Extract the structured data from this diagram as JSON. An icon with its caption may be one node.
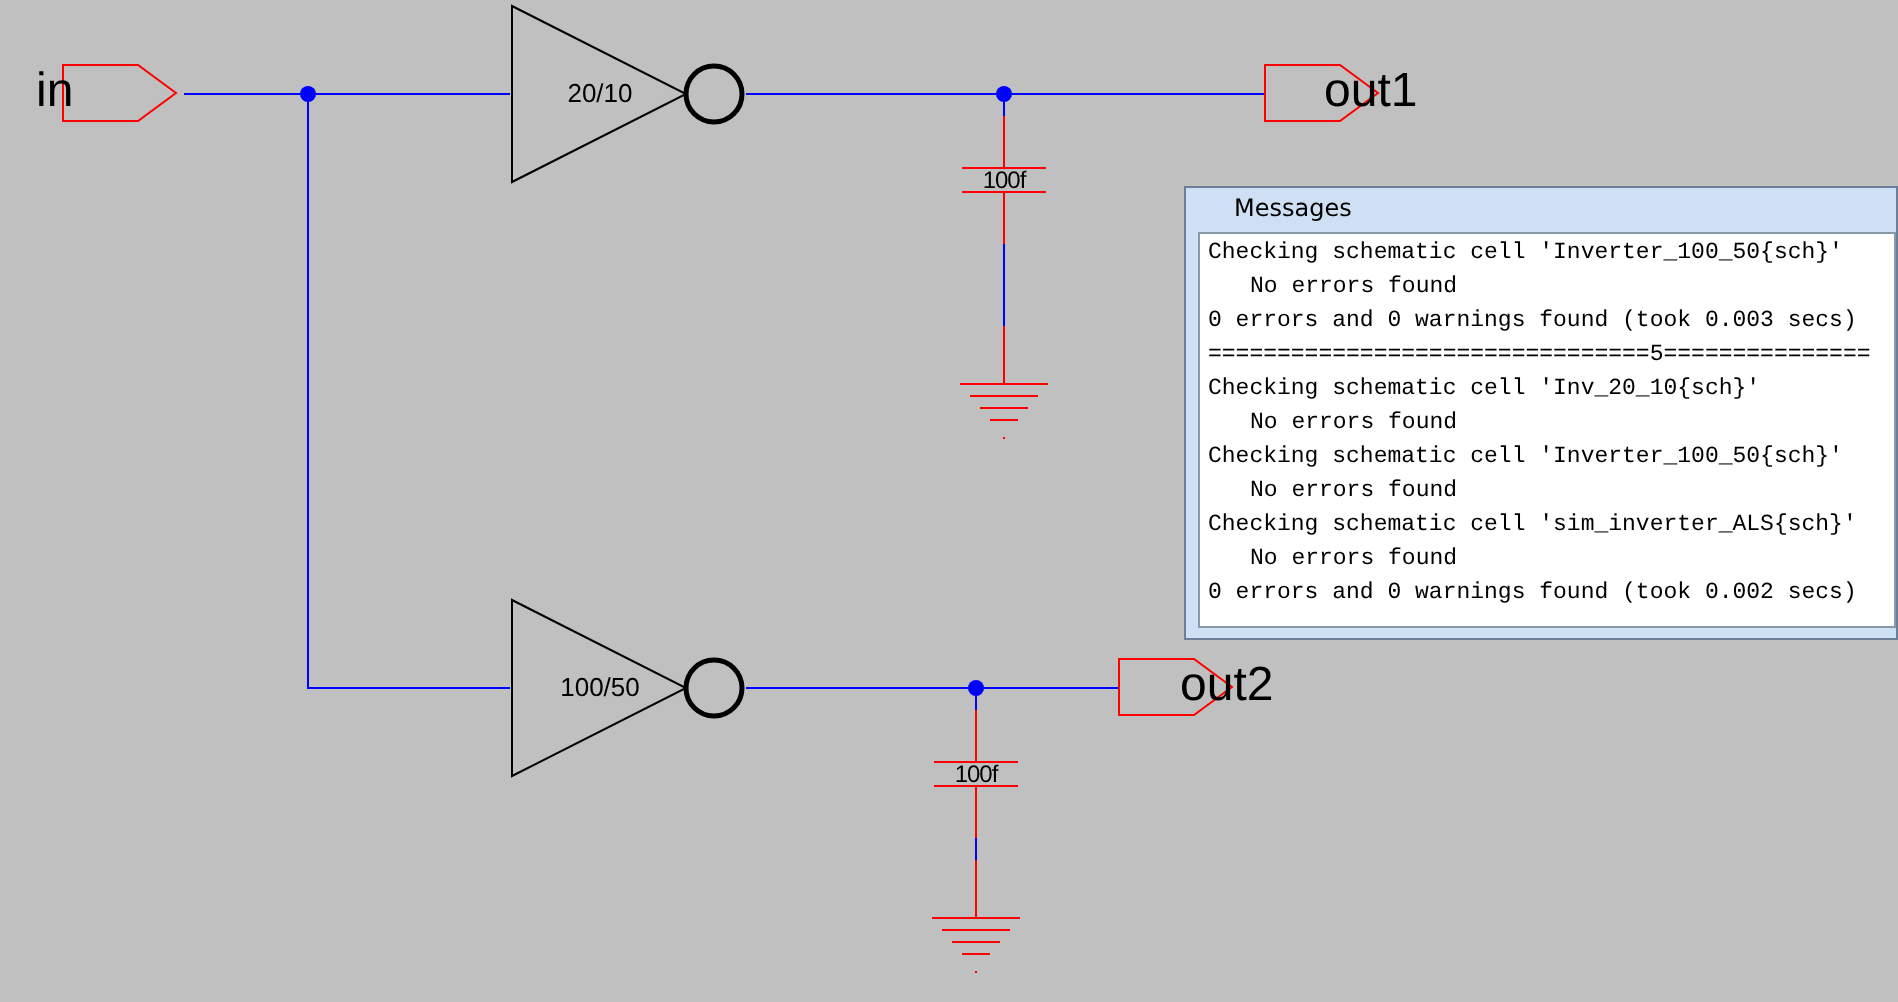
{
  "diagram": {
    "nodes": [
      {
        "text": [
          "in"
        ]
      },
      {
        "text": [
          "20/10"
        ]
      },
      {
        "text": [
          "out1"
        ]
      },
      {
        "text": [
          "100f"
        ]
      },
      {
        "text": [],
        "shape": "ground"
      },
      {
        "text": [
          "100/50"
        ]
      },
      {
        "text": [
          "out2"
        ]
      },
      {
        "text": [
          "100f"
        ]
      },
      {
        "text": [],
        "shape": "ground"
      },
      {
        "text": [
          "Messages",
          "Checking schematic cell 'Inverter_100_50{sch}'",
          "No errors found",
          "0 errors and 0 warnings found (took 0.003 secs)",
          "================================5===============",
          "Checking schematic cell 'Inv_20_10{sch}'",
          "No errors found",
          "Checking schematic cell 'Inverter_100_50{sch}'",
          "No errors found",
          "Checking schematic cell 'sim_inverter_ALS{sch}'",
          "No errors found",
          "0 errors and 0 warnings found (took 0.002 secs)"
        ]
      }
    ],
    "edges": [
      {
        "from": 0,
        "to": 1,
        "arrow": "none"
      },
      {
        "from": 0,
        "to": 5,
        "arrow": "none"
      },
      {
        "from": 1,
        "to": 2,
        "arrow": "none"
      },
      {
        "from": 1,
        "to": 3,
        "arrow": "none"
      },
      {
        "from": 3,
        "to": 4,
        "arrow": "none"
      },
      {
        "from": 5,
        "to": 6,
        "arrow": "none"
      },
      {
        "from": 5,
        "to": 7,
        "arrow": "none"
      },
      {
        "from": 7,
        "to": 8,
        "arrow": "none"
      }
    ]
  }
}
